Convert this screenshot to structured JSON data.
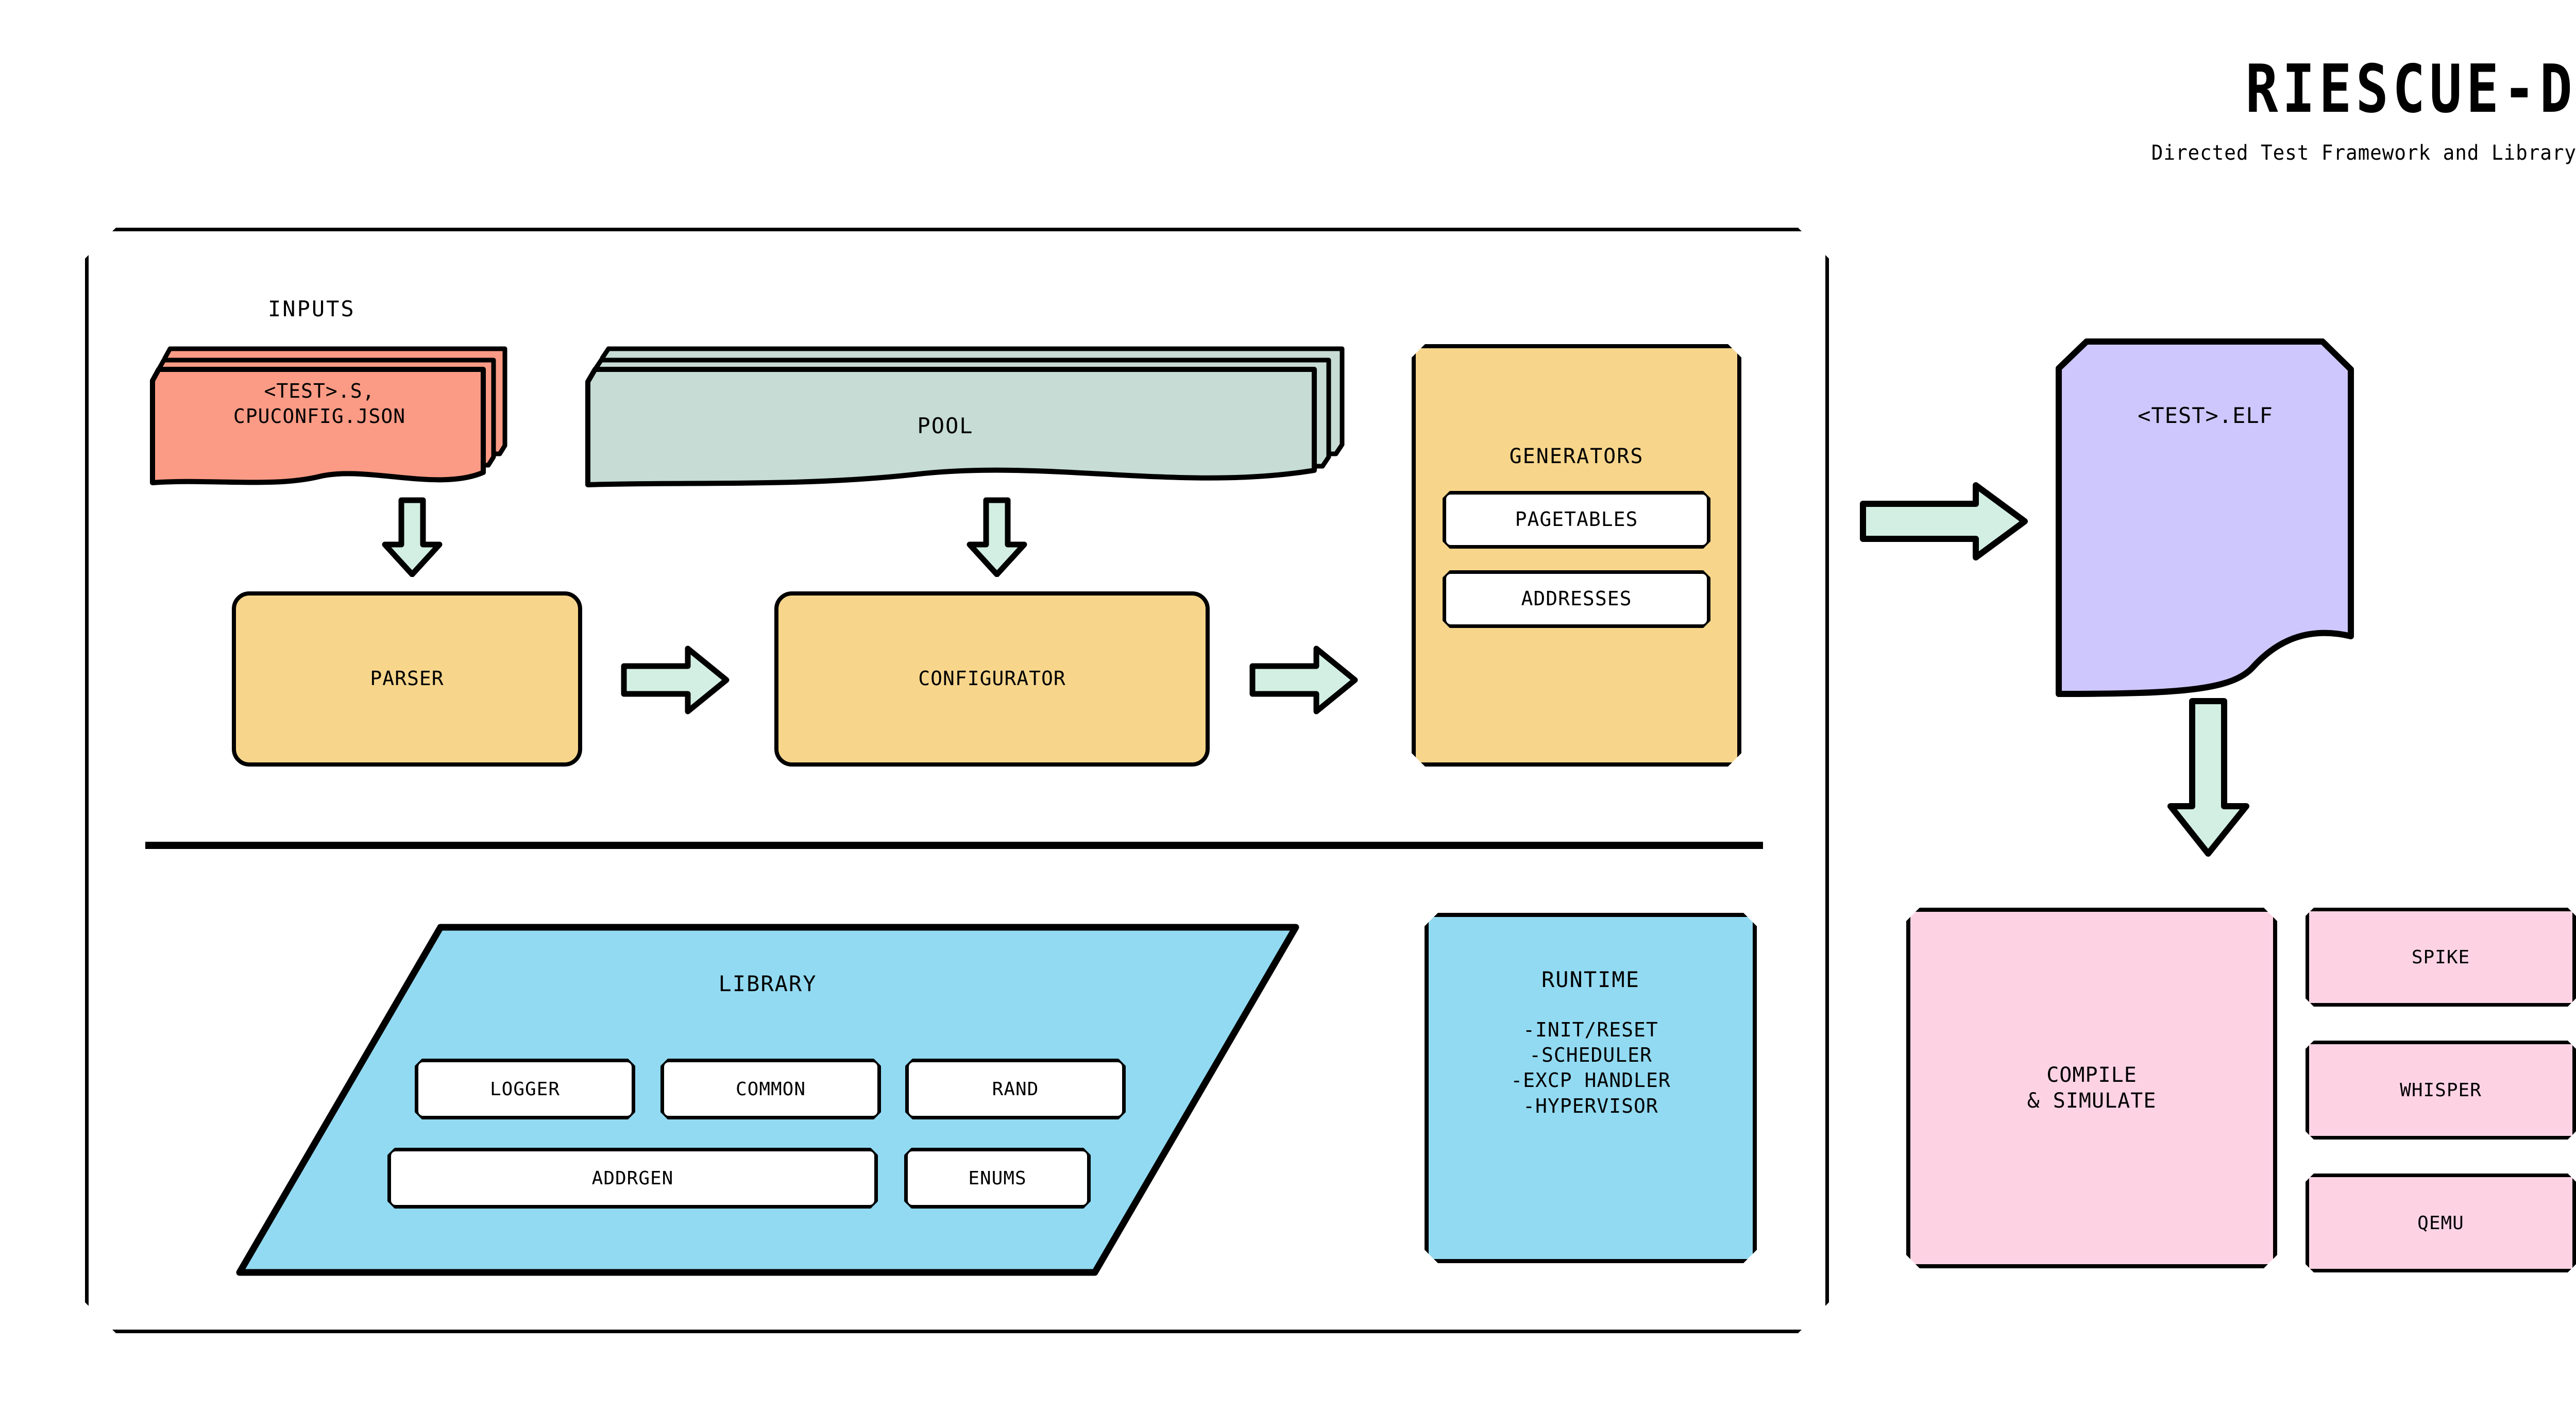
{
  "brand": {
    "title": "RIESCUE-D",
    "subtitle": "Directed Test Framework and Library"
  },
  "framework": {
    "inputs_caption": "INPUTS",
    "inputs_doc_label": "<TEST>.S,\nCPUCONFIG.JSON",
    "pool_label": "POOL",
    "parser_label": "PARSER",
    "configurator_label": "CONFIGURATOR",
    "generators": {
      "title": "GENERATORS",
      "chips": [
        "PAGETABLES",
        "ADDRESSES"
      ]
    },
    "library": {
      "title": "LIBRARY",
      "chips_row1": [
        "LOGGER",
        "COMMON",
        "RAND"
      ],
      "chips_row2": [
        "ADDRGEN",
        "ENUMS"
      ]
    },
    "runtime": {
      "title": "RUNTIME",
      "items": [
        "-INIT/RESET",
        "-SCHEDULER",
        "-EXCP HANDLER",
        "-HYPERVISOR"
      ]
    }
  },
  "output": {
    "elf_label": "<TEST>.ELF",
    "compile_label": "COMPILE\n& SIMULATE",
    "simulators": [
      "SPIKE",
      "WHISPER",
      "QEMU"
    ]
  },
  "colors": {
    "orange": "#F7D68C",
    "salmon": "#FB9B85",
    "mint_doc": "#C6DCD4",
    "arrow_mint": "#D3EFE4",
    "blue": "#92DAF2",
    "pink": "#FDD3E4",
    "lavender": "#CEC7FD",
    "outline": "#000000"
  }
}
